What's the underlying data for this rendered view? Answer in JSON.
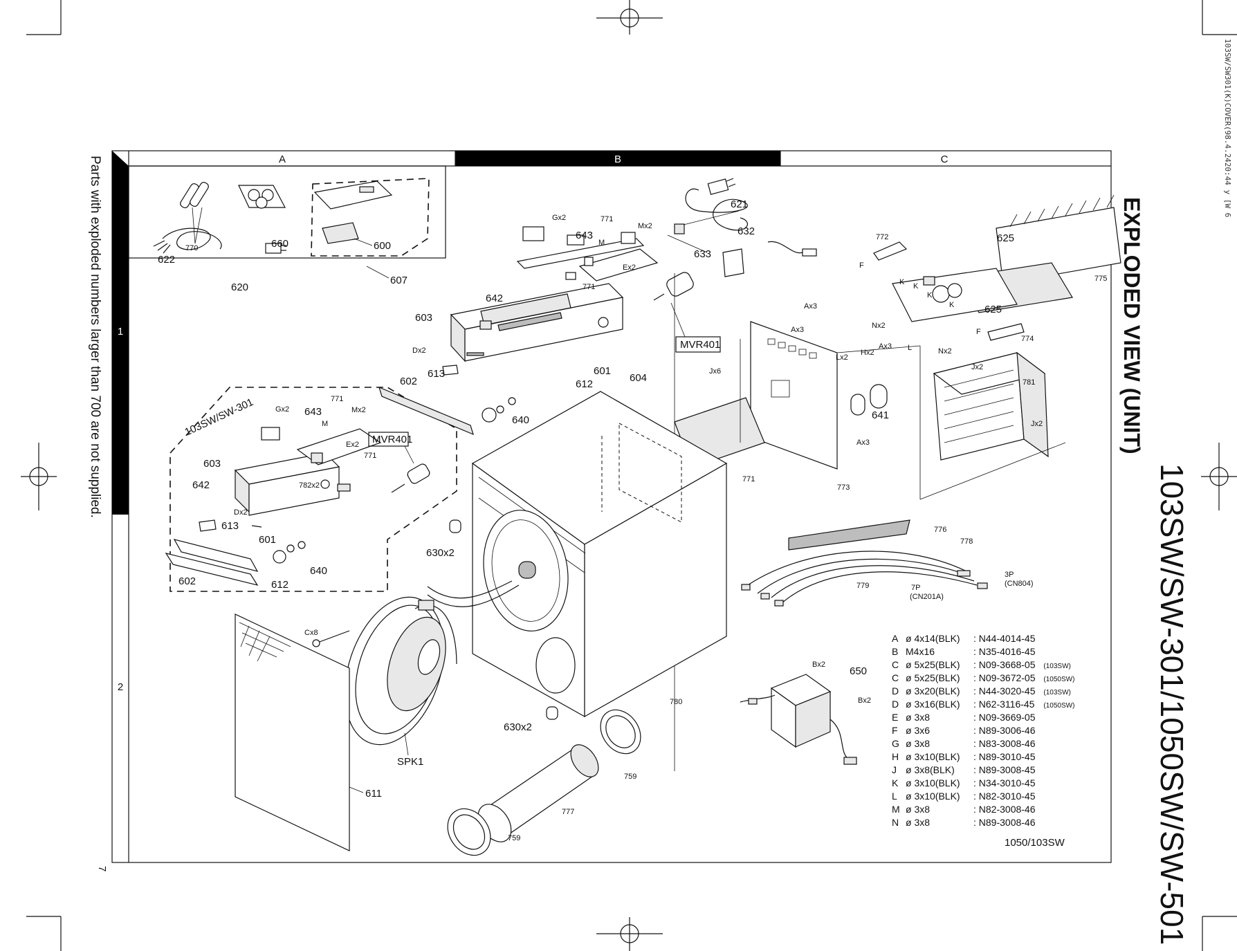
{
  "corner_id": "103SW/SW301(K)COVER(98.4.2420:44 y [W 6",
  "side_note": "Parts with exploded numbers larger than 700 are not supplied.",
  "page_number": "7",
  "title": {
    "line1": "103SW/SW-301/1050SW/SW-501",
    "line2": "EXPLODED VIEW (UNIT)"
  },
  "frame": {
    "columns": [
      "A",
      "B",
      "C"
    ],
    "rows": [
      "1",
      "2"
    ]
  },
  "model_tag": "1050/103SW",
  "inset_model_label": "103SW/SW-301",
  "boxed_labels": [
    "MVR401",
    "MVR401"
  ],
  "parts": {
    "p770": "770",
    "p660": "660",
    "p622": "622",
    "p620": "620",
    "p600": "600",
    "p607": "607",
    "p621": "621",
    "p633": "633",
    "p632": "632",
    "p643a": "643",
    "p771a": "771",
    "gx2a": "Gx2",
    "mx2a": "Mx2",
    "ma": "M",
    "ex2a": "Ex2",
    "p771b": "771",
    "p642a": "642",
    "p603a": "603",
    "dx2a": "Dx2",
    "p613a": "613",
    "p602a": "602",
    "p601a": "601",
    "p612a": "612",
    "p604": "604",
    "p640a": "640",
    "p625a": "625",
    "p625b": "625",
    "p772": "772",
    "p775": "775",
    "p774": "774",
    "p781": "781",
    "jx2a": "Jx2",
    "jx2b": "Jx2",
    "nx2a": "Nx2",
    "nx2b": "Nx2",
    "fa": "F",
    "fb": "F",
    "ka": "K",
    "kb": "K",
    "kc": "K",
    "kd": "K",
    "ax3a": "Ax3",
    "ax3b": "Ax3",
    "ax3c": "Ax3",
    "ax3d": "Ax3",
    "jx6": "Jx6",
    "lx2": "Lx2",
    "hx2": "Hx2",
    "la": "L",
    "p641": "641",
    "p771c": "771",
    "p773": "773",
    "gx2b": "Gx2",
    "p643b": "643",
    "p771d": "771",
    "mx2b": "Mx2",
    "mb": "M",
    "ex2b": "Ex2",
    "p771e": "771",
    "p782": "782x2",
    "p603b": "603",
    "p642b": "642",
    "dx2b": "Dx2",
    "p613b": "613",
    "p601b": "601",
    "p602b": "602",
    "p612b": "612",
    "p640b": "640",
    "p630a": "630x2",
    "p630b": "630x2",
    "cx8": "Cx8",
    "spk1": "SPK1",
    "p611": "611",
    "p780": "780",
    "p759a": "759",
    "p759b": "759",
    "p777": "777",
    "p776": "776",
    "p778": "778",
    "p779": "779",
    "p7p": "7P",
    "p7p_cn": "(CN201A)",
    "p3p": "3P",
    "p3p_cn": "(CN804)",
    "bx2a": "Bx2",
    "bx2b": "Bx2",
    "p650": "650"
  },
  "screw_key": [
    {
      "letter": "A",
      "spec": "ø 4x14(BLK)",
      "code": ": N44-4014-45",
      "note": ""
    },
    {
      "letter": "B",
      "spec": "M4x16",
      "code": ": N35-4016-45",
      "note": ""
    },
    {
      "letter": "C",
      "spec": "ø 5x25(BLK)",
      "code": ": N09-3668-05",
      "note": "(103SW)"
    },
    {
      "letter": "C",
      "spec": "ø 5x25(BLK)",
      "code": ": N09-3672-05",
      "note": "(1050SW)"
    },
    {
      "letter": "D",
      "spec": "ø 3x20(BLK)",
      "code": ": N44-3020-45",
      "note": "(103SW)"
    },
    {
      "letter": "D",
      "spec": "ø 3x16(BLK)",
      "code": ": N62-3116-45",
      "note": "(1050SW)"
    },
    {
      "letter": "E",
      "spec": "ø 3x8",
      "code": ": N09-3669-05",
      "note": ""
    },
    {
      "letter": "F",
      "spec": "ø 3x6",
      "code": ": N89-3006-46",
      "note": ""
    },
    {
      "letter": "G",
      "spec": "ø 3x8",
      "code": ": N83-3008-46",
      "note": ""
    },
    {
      "letter": "H",
      "spec": "ø 3x10(BLK)",
      "code": ": N89-3010-45",
      "note": ""
    },
    {
      "letter": "J",
      "spec": "ø 3x8(BLK)",
      "code": ": N89-3008-45",
      "note": ""
    },
    {
      "letter": "K",
      "spec": "ø 3x10(BLK)",
      "code": ": N34-3010-45",
      "note": ""
    },
    {
      "letter": "L",
      "spec": "ø 3x10(BLK)",
      "code": ": N82-3010-45",
      "note": ""
    },
    {
      "letter": "M",
      "spec": "ø 3x8",
      "code": ": N82-3008-46",
      "note": ""
    },
    {
      "letter": "N",
      "spec": "ø 3x8",
      "code": ": N89-3008-46",
      "note": ""
    }
  ]
}
